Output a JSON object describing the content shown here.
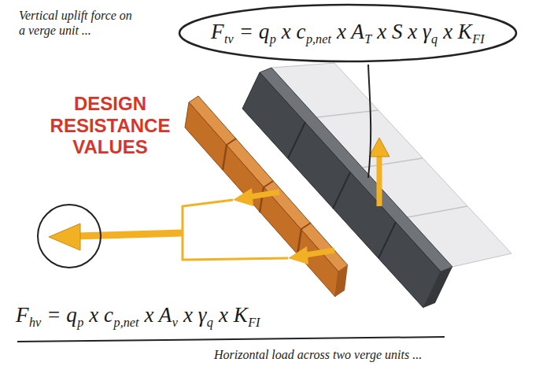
{
  "diagram": {
    "title": "DESIGN RESISTANCE VALUES",
    "nodes": [
      {
        "text": [
          "F",
          "tv",
          "= q",
          "p",
          "x c",
          "p,net",
          "x A",
          "T",
          "x S x γ",
          "q",
          "x K",
          "FI"
        ]
      }
    ],
    "labels": [
      "Vertical uplift force on a verge unit ...",
      "F",
      "hv",
      "= q",
      "p",
      "x c",
      "p,net",
      "x A",
      "v",
      "x γ",
      "q",
      "x K",
      "FI",
      "Horizontal load across two verge units ..."
    ]
  }
}
